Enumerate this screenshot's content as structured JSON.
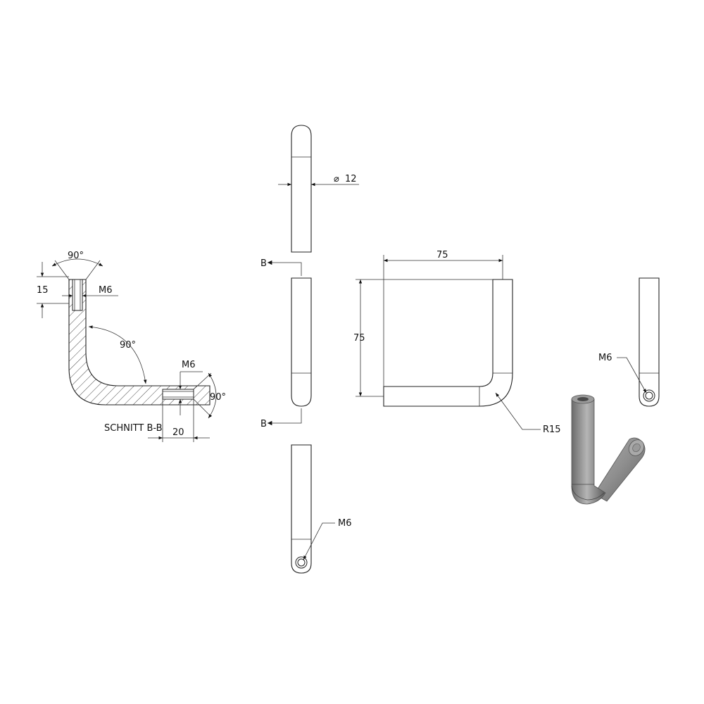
{
  "section_view": {
    "title": "SCHNITT B-B",
    "angle_top": "90°",
    "angle_bend": "90°",
    "angle_right": "90°",
    "depth_15": "15",
    "thread_top": "M6",
    "thread_right": "M6",
    "length_20": "20"
  },
  "front_view": {
    "diameter": "12",
    "section_marker_top": "B",
    "section_marker_bottom": "B",
    "thread": "M6"
  },
  "side_view": {
    "width": "75",
    "height": "75",
    "radius": "R15"
  },
  "right_view": {
    "thread": "M6"
  },
  "colors": {
    "line": "#222222",
    "hatch": "#333333",
    "shaded_part": "#8a8a8a"
  }
}
